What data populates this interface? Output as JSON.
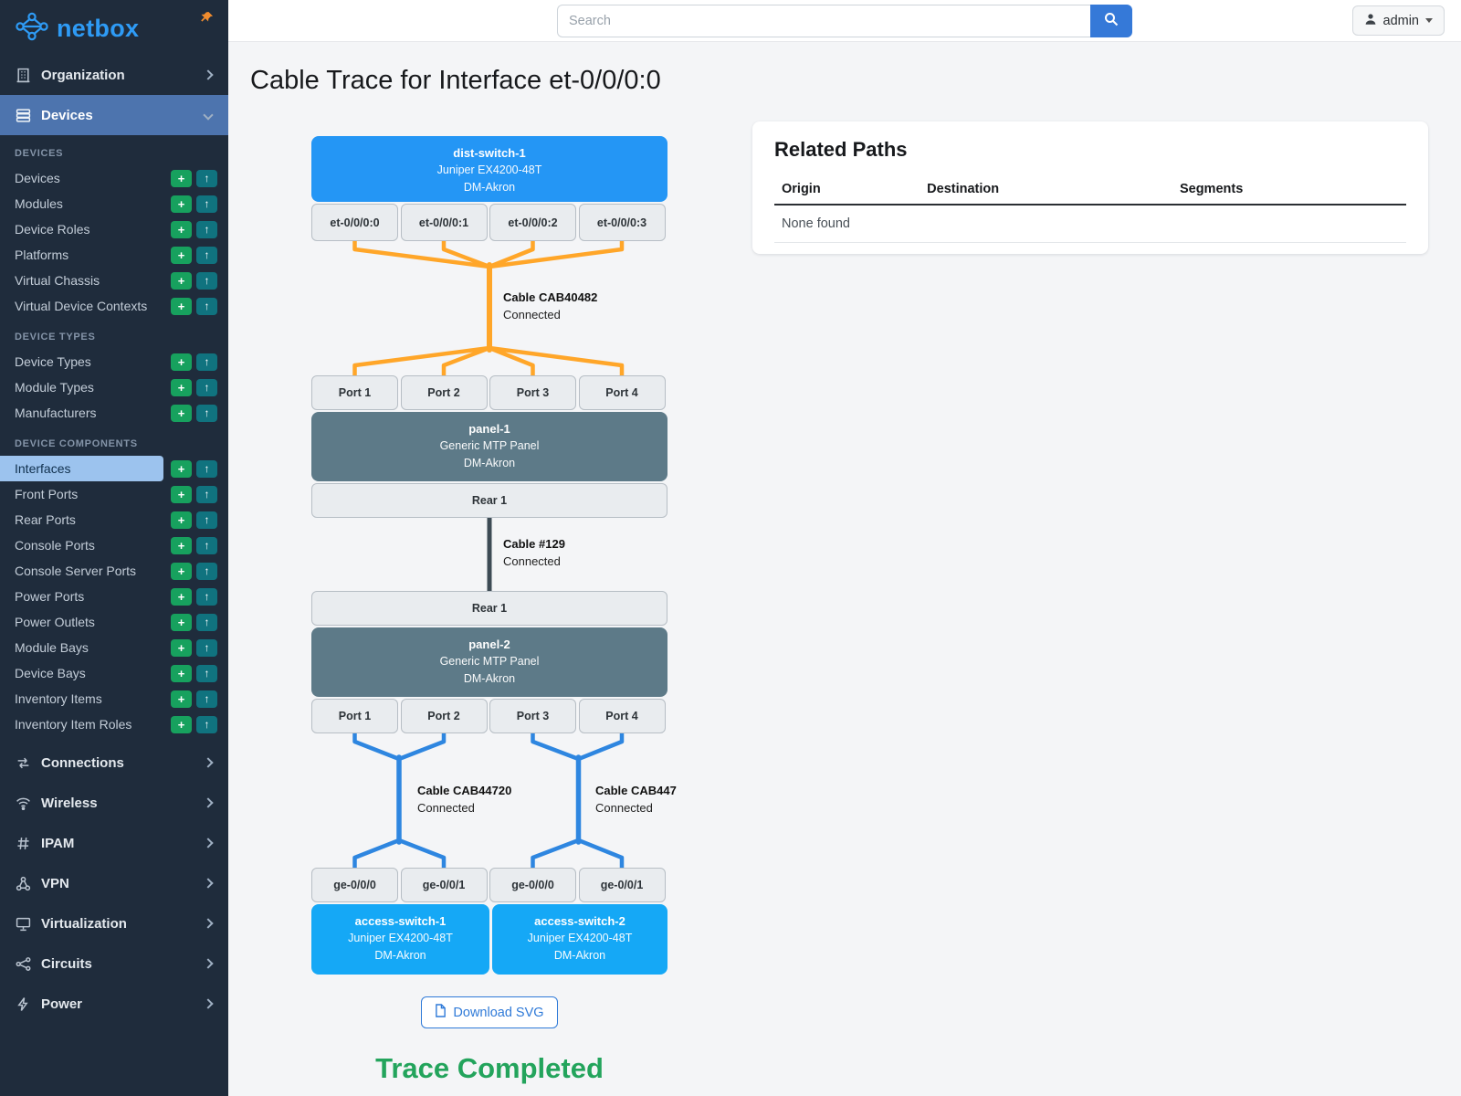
{
  "icons": {
    "add": "+",
    "import": "↑"
  },
  "topbar": {
    "search_placeholder": "Search",
    "user_label": "admin"
  },
  "sidebar": {
    "logo_text": "netbox",
    "groups": [
      {
        "label": "Organization"
      },
      {
        "label": "Devices"
      },
      {
        "label": "Connections"
      },
      {
        "label": "Wireless"
      },
      {
        "label": "IPAM"
      },
      {
        "label": "VPN"
      },
      {
        "label": "Virtualization"
      },
      {
        "label": "Circuits"
      },
      {
        "label": "Power"
      }
    ],
    "sections": [
      {
        "title": "DEVICES",
        "items": [
          "Devices",
          "Modules",
          "Device Roles",
          "Platforms",
          "Virtual Chassis",
          "Virtual Device Contexts"
        ]
      },
      {
        "title": "DEVICE TYPES",
        "items": [
          "Device Types",
          "Module Types",
          "Manufacturers"
        ]
      },
      {
        "title": "DEVICE COMPONENTS",
        "items": [
          "Interfaces",
          "Front Ports",
          "Rear Ports",
          "Console Ports",
          "Console Server Ports",
          "Power Ports",
          "Power Outlets",
          "Module Bays",
          "Device Bays",
          "Inventory Items",
          "Inventory Item Roles"
        ]
      }
    ]
  },
  "page": {
    "title": "Cable Trace for Interface et-0/0/0:0"
  },
  "related_paths": {
    "title": "Related Paths",
    "columns": [
      "Origin",
      "Destination",
      "Segments"
    ],
    "empty_text": "None found"
  },
  "trace": {
    "dist_switch": {
      "name": "dist-switch-1",
      "model": "Juniper EX4200-48T",
      "site": "DM-Akron"
    },
    "dist_interfaces": [
      "et-0/0/0:0",
      "et-0/0/0:1",
      "et-0/0/0:2",
      "et-0/0/0:3"
    ],
    "cable1": {
      "label": "Cable CAB40482",
      "status": "Connected"
    },
    "panel1": {
      "name": "panel-1",
      "model": "Generic MTP Panel",
      "site": "DM-Akron",
      "front_ports": [
        "Port 1",
        "Port 2",
        "Port 3",
        "Port 4"
      ],
      "rear_port": "Rear 1"
    },
    "cable2": {
      "label": "Cable #129",
      "status": "Connected"
    },
    "panel2": {
      "name": "panel-2",
      "model": "Generic MTP Panel",
      "site": "DM-Akron",
      "rear_port": "Rear 1",
      "front_ports": [
        "Port 1",
        "Port 2",
        "Port 3",
        "Port 4"
      ]
    },
    "cable3": {
      "label": "Cable CAB44720",
      "status": "Connected"
    },
    "cable4": {
      "label": "Cable CAB447",
      "status": "Connected"
    },
    "access_interfaces": [
      "ge-0/0/0",
      "ge-0/0/1",
      "ge-0/0/0",
      "ge-0/0/1"
    ],
    "access_switch1": {
      "name": "access-switch-1",
      "model": "Juniper EX4200-48T",
      "site": "DM-Akron"
    },
    "access_switch2": {
      "name": "access-switch-2",
      "model": "Juniper EX4200-48T",
      "site": "DM-Akron"
    },
    "download_label": "Download SVG",
    "status": "Trace Completed"
  }
}
